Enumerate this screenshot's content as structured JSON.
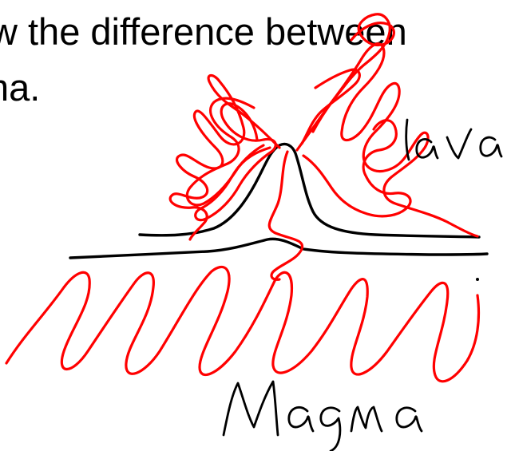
{
  "prompt": {
    "line1": "w the difference between",
    "line2": "ma."
  },
  "labels": {
    "lava": "lava",
    "magma": "Magma"
  },
  "colors": {
    "ink_red": "#ff0000",
    "ink_black": "#000000",
    "background": "#ffffff"
  }
}
